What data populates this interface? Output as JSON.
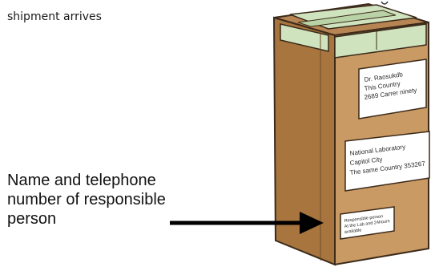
{
  "caption": {
    "top_fragment": "shipment arrives"
  },
  "callout": {
    "lines": [
      "Name and telephone",
      "number of responsible",
      "person"
    ]
  },
  "labels": {
    "sender": {
      "lines": [
        "Dr. Raosukdb",
        "This Country",
        "2689 Carrer ninety"
      ]
    },
    "recipient": {
      "lines": [
        "National Laboratory",
        "Capitol City",
        "The same Country 353267"
      ]
    },
    "responsible": {
      "lines": [
        "Responsible person",
        "At the Lab and 24hours",
        "available"
      ]
    }
  },
  "colors": {
    "box_front": "#c99a63",
    "box_side": "#a8753f",
    "tape": "#cfe3bf",
    "outline": "#3b2a1a",
    "arrow": "#000000"
  }
}
